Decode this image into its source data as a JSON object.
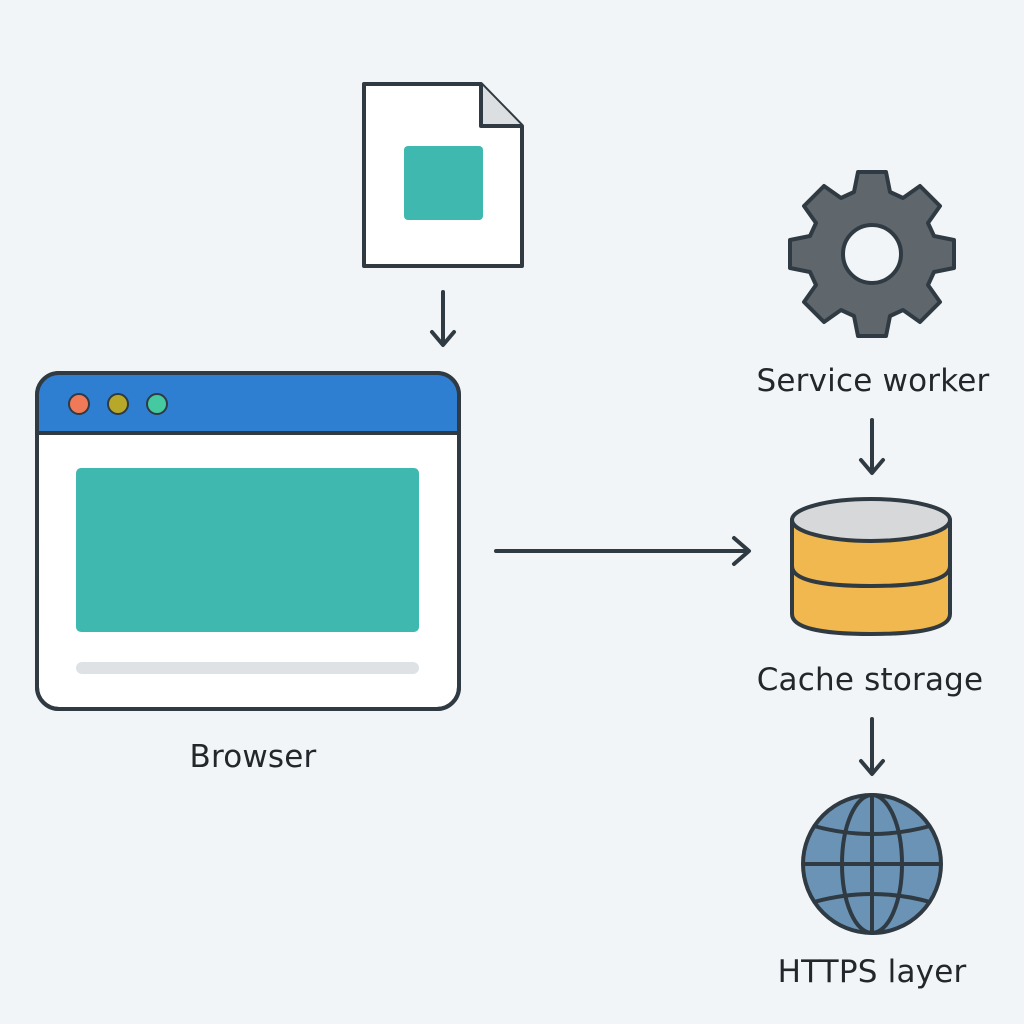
{
  "diagram": {
    "nodes": {
      "browser": {
        "label": "Browser",
        "icon": "browser-window-icon"
      },
      "service_worker": {
        "label": "Service worker",
        "icon": "gear-icon"
      },
      "cache_storage": {
        "label": "Cache storage",
        "icon": "database-icon"
      },
      "https_layer": {
        "label": "HTTPS layer",
        "icon": "globe-icon"
      },
      "document": {
        "icon": "document-icon"
      }
    },
    "edges": [
      {
        "from": "document",
        "to": "browser"
      },
      {
        "from": "browser",
        "to": "cache_storage"
      },
      {
        "from": "service_worker",
        "to": "cache_storage"
      },
      {
        "from": "cache_storage",
        "to": "https_layer"
      }
    ],
    "colors": {
      "background": "#f2f5f7",
      "outline": "#2f3a42",
      "teal": "#3fb8b0",
      "titlebar_blue": "#2e7fd1",
      "gear_gray": "#5f676c",
      "cache_yellow": "#f0b84e",
      "cache_top": "#d6d8da",
      "globe_blue": "#6b93b6",
      "dot_red": "#f07a58",
      "dot_olive": "#b8a82a",
      "dot_green": "#45c9a0"
    }
  }
}
